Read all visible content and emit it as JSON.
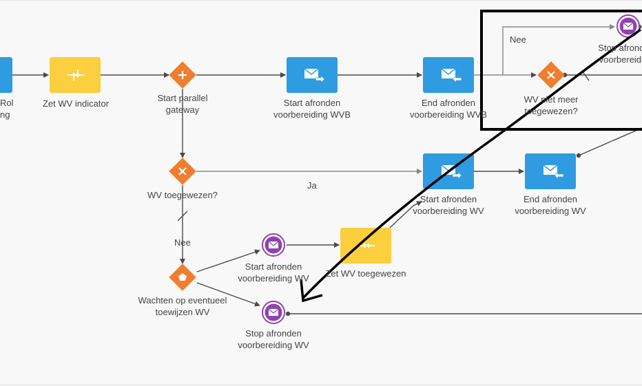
{
  "colors": {
    "task_blue": "#2f9be0",
    "task_yellow": "#fbcf3e",
    "gateway_orange": "#ef7e2f",
    "event_purple": "#8e44ad",
    "flow_line": "#4a4a4a",
    "annotation": "#000000"
  },
  "nodes": {
    "rol_task": {
      "label": "Rol\nng",
      "icon": "task-icon"
    },
    "zet_wv_indicator": {
      "label": "Zet WV indicator",
      "icon": "compress-arrows-icon"
    },
    "start_parallel_gateway": {
      "label": "Start parallel\ngateway",
      "icon": "plus-icon"
    },
    "start_afronden_wvb": {
      "label": "Start afronden\nvoorbereiding WVB",
      "icon": "send-envelope-icon"
    },
    "end_afronden_wvb": {
      "label": "End afronden\nvoorbereiding WVB",
      "icon": "receive-envelope-icon"
    },
    "wv_niet_meer": {
      "label": "WV niet meer\ntoegewezen?",
      "icon": "x-icon"
    },
    "stop_afronden_top": {
      "label": "Stop afronden\nvoorbereiding",
      "icon": "envelope-icon"
    },
    "wv_toegewezen": {
      "label": "WV toegewezen?",
      "icon": "x-icon"
    },
    "start_afronden_wv_task": {
      "label": "Start afronden\nvoorbereiding WV",
      "icon": "send-envelope-icon"
    },
    "end_afronden_wv": {
      "label": "End afronden\nvoorbereiding WV",
      "icon": "receive-envelope-icon"
    },
    "wachten_op": {
      "label": "Wachten op eventueel\ntoewijzen WV",
      "icon": "pentagon-icon"
    },
    "start_afronden_wv_event": {
      "label": "Start afronden\nvoorbereiding WV",
      "icon": "envelope-icon"
    },
    "zet_wv_toegewezen": {
      "label": "Zet WV toegewezen",
      "icon": "compress-arrows-icon"
    },
    "stop_afronden_wv": {
      "label": "Stop afronden\nvoorbereiding WV",
      "icon": "envelope-icon"
    }
  },
  "edge_labels": {
    "nee_top": "Nee",
    "ja": "Ja",
    "nee_left": "Nee"
  }
}
